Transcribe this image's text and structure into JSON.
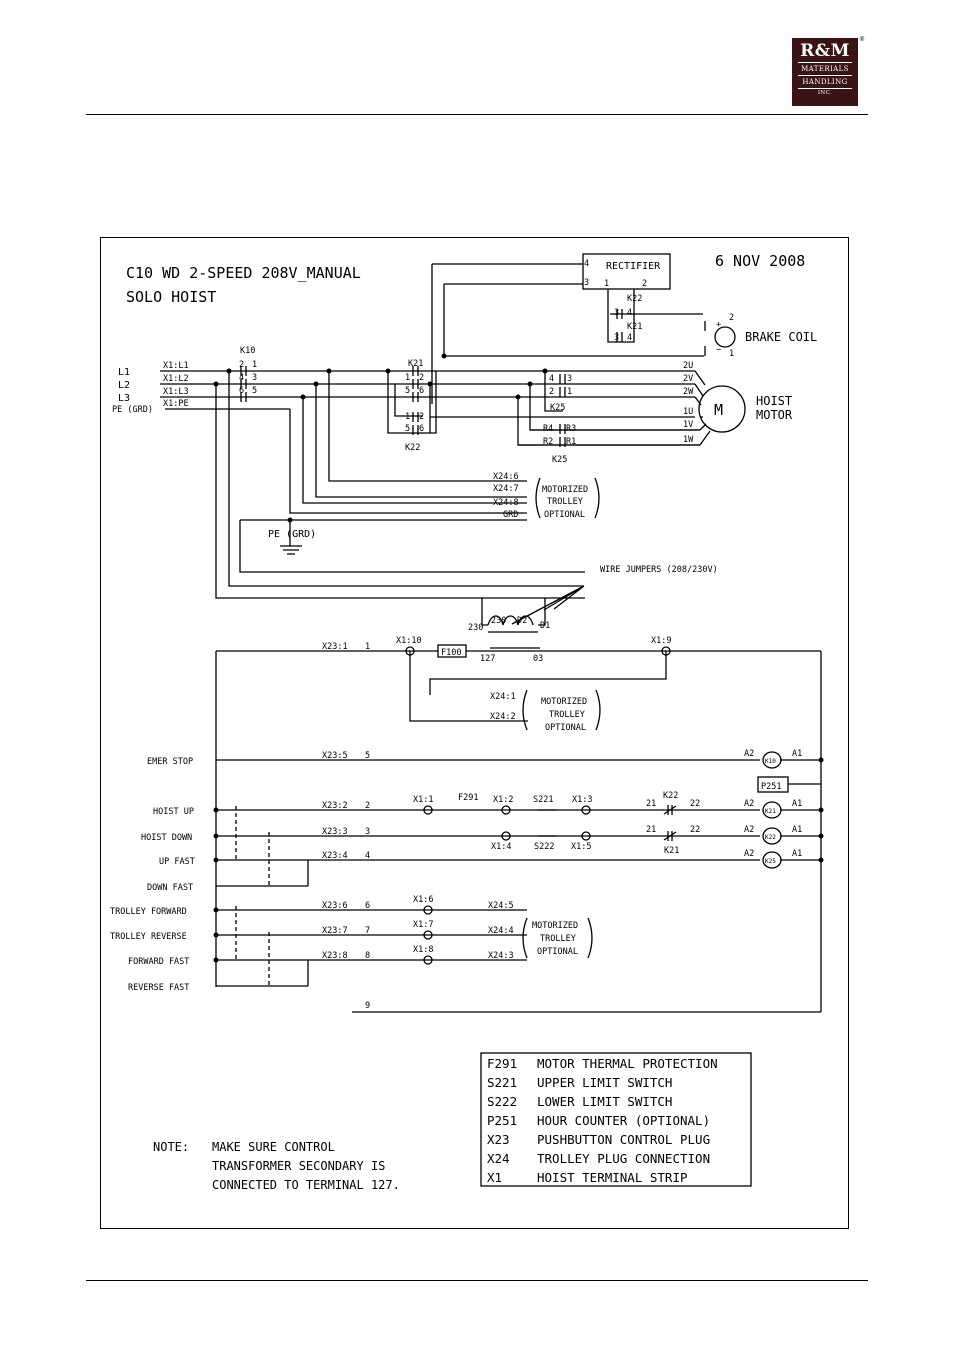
{
  "header": {
    "logo": {
      "main": "R&M",
      "line1": "MATERIALS",
      "line2": "HANDLING",
      "line3": "INC.",
      "reg": "®"
    }
  },
  "title": {
    "line1": "C10 WD 2-SPEED 208V_MANUAL",
    "line2": "SOLO HOIST",
    "date": "6 NOV 2008"
  },
  "power": {
    "lines": [
      "L1",
      "L2",
      "L3",
      "PE (GRD)"
    ],
    "terminals": [
      "X1:L1",
      "X1:L2",
      "X1:L3",
      "X1:PE"
    ],
    "k10": "K10",
    "k10_contacts": [
      "2",
      "1",
      "4",
      "3",
      "6",
      "5"
    ]
  },
  "brake": {
    "rectifier": "RECTIFIER",
    "pins": [
      "4",
      "3",
      "1",
      "2"
    ],
    "k22": "K22",
    "k21": "K21",
    "coil": "BRAKE COIL",
    "plus": "+",
    "minus": "−",
    "coil_pins": [
      "2",
      "1"
    ],
    "contact_nums": [
      "3",
      "4",
      "3",
      "4"
    ]
  },
  "contactors": {
    "k21": "K21",
    "k22": "K22",
    "k25": "K25",
    "k25b": "K25",
    "k21_nums": [
      "1",
      "2",
      "5",
      "6"
    ],
    "k22_nums": [
      "1",
      "2",
      "5",
      "6"
    ],
    "k25_nums": [
      "4",
      "3",
      "2",
      "1"
    ],
    "k25b_nums": [
      "R4",
      "R3",
      "R2",
      "R1"
    ]
  },
  "motor": {
    "symbol": "M",
    "label1": "HOIST",
    "label2": "MOTOR",
    "terminals": [
      "2U",
      "2V",
      "2W",
      "1U",
      "1V",
      "1W"
    ]
  },
  "trolley_power": {
    "terminals": [
      "X24:6",
      "X24:7",
      "X24:8",
      "GRD"
    ],
    "note": [
      "MOTORIZED",
      "TROLLEY",
      "OPTIONAL"
    ]
  },
  "ground": {
    "label": "PE (GRD)"
  },
  "transformer": {
    "jumpers": "WIRE JUMPERS (208/230V)",
    "taps": [
      "230",
      "230",
      "D2",
      "D1",
      "127",
      "03"
    ]
  },
  "control": {
    "top_left": "X23:1",
    "wire1": "1",
    "x1_10": "X1:10",
    "fuse": "F100",
    "x1_9": "X1:9",
    "x24_1": "X24:1",
    "x24_2": "X24:2",
    "trolley_note": [
      "MOTORIZED",
      "TROLLEY",
      "OPTIONAL"
    ],
    "trolley_note2": [
      "MOTORIZED",
      "TROLLEY",
      "OPTIONAL"
    ],
    "p251": "P251",
    "coils": [
      "K10",
      "K21",
      "K22",
      "K25"
    ],
    "a2": "A2",
    "a1": "A1",
    "rows": [
      {
        "label": "EMER STOP",
        "plug": "X23:5",
        "wire": "5"
      },
      {
        "label": "HOIST UP",
        "plug": "X23:2",
        "wire": "2"
      },
      {
        "label": "HOIST DOWN",
        "plug": "X23:3",
        "wire": "3"
      },
      {
        "label": "UP FAST",
        "plug": "X23:4",
        "wire": "4"
      },
      {
        "label": "DOWN FAST"
      },
      {
        "label": "TROLLEY FORWARD",
        "plug": "X23:6",
        "wire": "6"
      },
      {
        "label": "TROLLEY REVERSE",
        "plug": "X23:7",
        "wire": "7"
      },
      {
        "label": "FORWARD FAST",
        "plug": "X23:8",
        "wire": "8"
      },
      {
        "label": "REVERSE FAST"
      }
    ],
    "hoist_up": {
      "x1_1": "X1:1",
      "f291": "F291",
      "x1_2": "X1:2",
      "s221": "S221",
      "x1_3": "X1:3",
      "n21": "21",
      "k22": "K22",
      "n22": "22"
    },
    "hoist_down": {
      "x1_4": "X1:4",
      "s222": "S222",
      "x1_5": "X1:5",
      "n21": "21",
      "k21": "K21",
      "n22": "22"
    },
    "trolley": {
      "x1_6": "X1:6",
      "x1_7": "X1:7",
      "x1_8": "X1:8",
      "x24_5": "X24:5",
      "x24_4": "X24:4",
      "x24_3": "X24:3"
    },
    "wire9": "9"
  },
  "note": {
    "label": "NOTE:",
    "lines": [
      "MAKE SURE CONTROL",
      "TRANSFORMER SECONDARY IS",
      "CONNECTED TO TERMINAL 127."
    ]
  },
  "legend": [
    {
      "code": "F291",
      "desc": "MOTOR THERMAL PROTECTION"
    },
    {
      "code": "S221",
      "desc": "UPPER LIMIT SWITCH"
    },
    {
      "code": "S222",
      "desc": "LOWER LIMIT SWITCH"
    },
    {
      "code": "P251",
      "desc": "HOUR COUNTER (OPTIONAL)"
    },
    {
      "code": "X23",
      "desc": "PUSHBUTTON CONTROL PLUG"
    },
    {
      "code": "X24",
      "desc": "TROLLEY PLUG CONNECTION"
    },
    {
      "code": "X1",
      "desc": "HOIST TERMINAL STRIP"
    }
  ]
}
